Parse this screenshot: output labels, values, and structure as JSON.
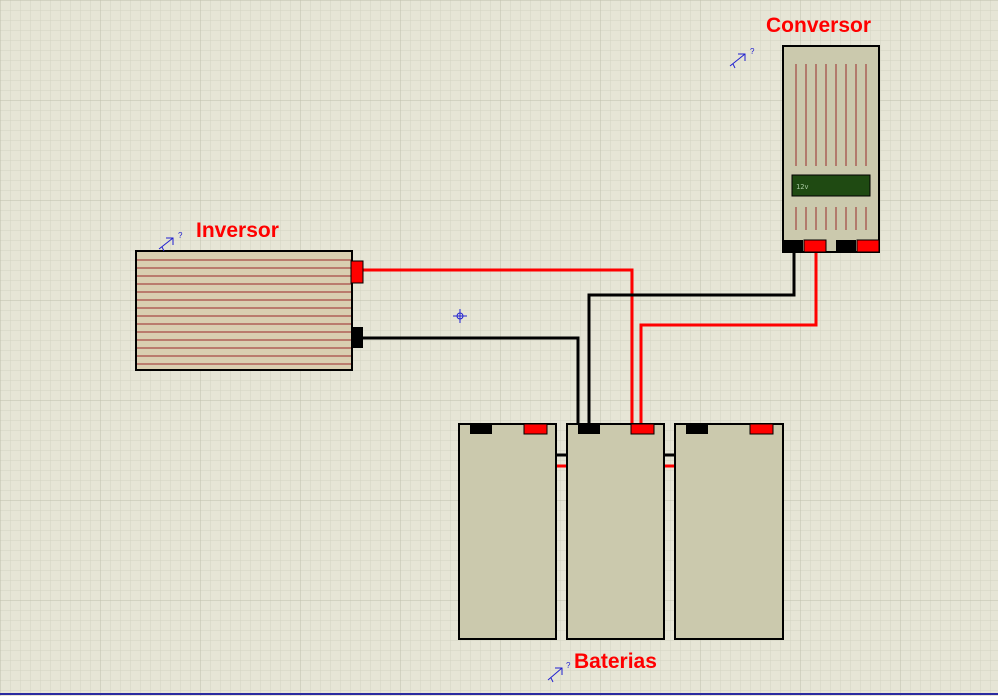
{
  "components": {
    "inversor": {
      "label": "Inversor"
    },
    "conversor": {
      "label": "Conversor",
      "display_text": "12v"
    },
    "baterias": {
      "label": "Baterias"
    }
  },
  "probe_marker": "?",
  "colors": {
    "background": "#e6e5d6",
    "grid_minor": "#d3d2c2",
    "grid_major": "#bfbeac",
    "body_fill": "#cbc9ad",
    "inverter_fill": "#d9cfb0",
    "stripe": "#9a2a2a",
    "wire_positive": "#ff0000",
    "wire_negative": "#000000",
    "label": "#ff0000",
    "lcd_fill": "#1f4a12",
    "probe": "#2020d0"
  }
}
